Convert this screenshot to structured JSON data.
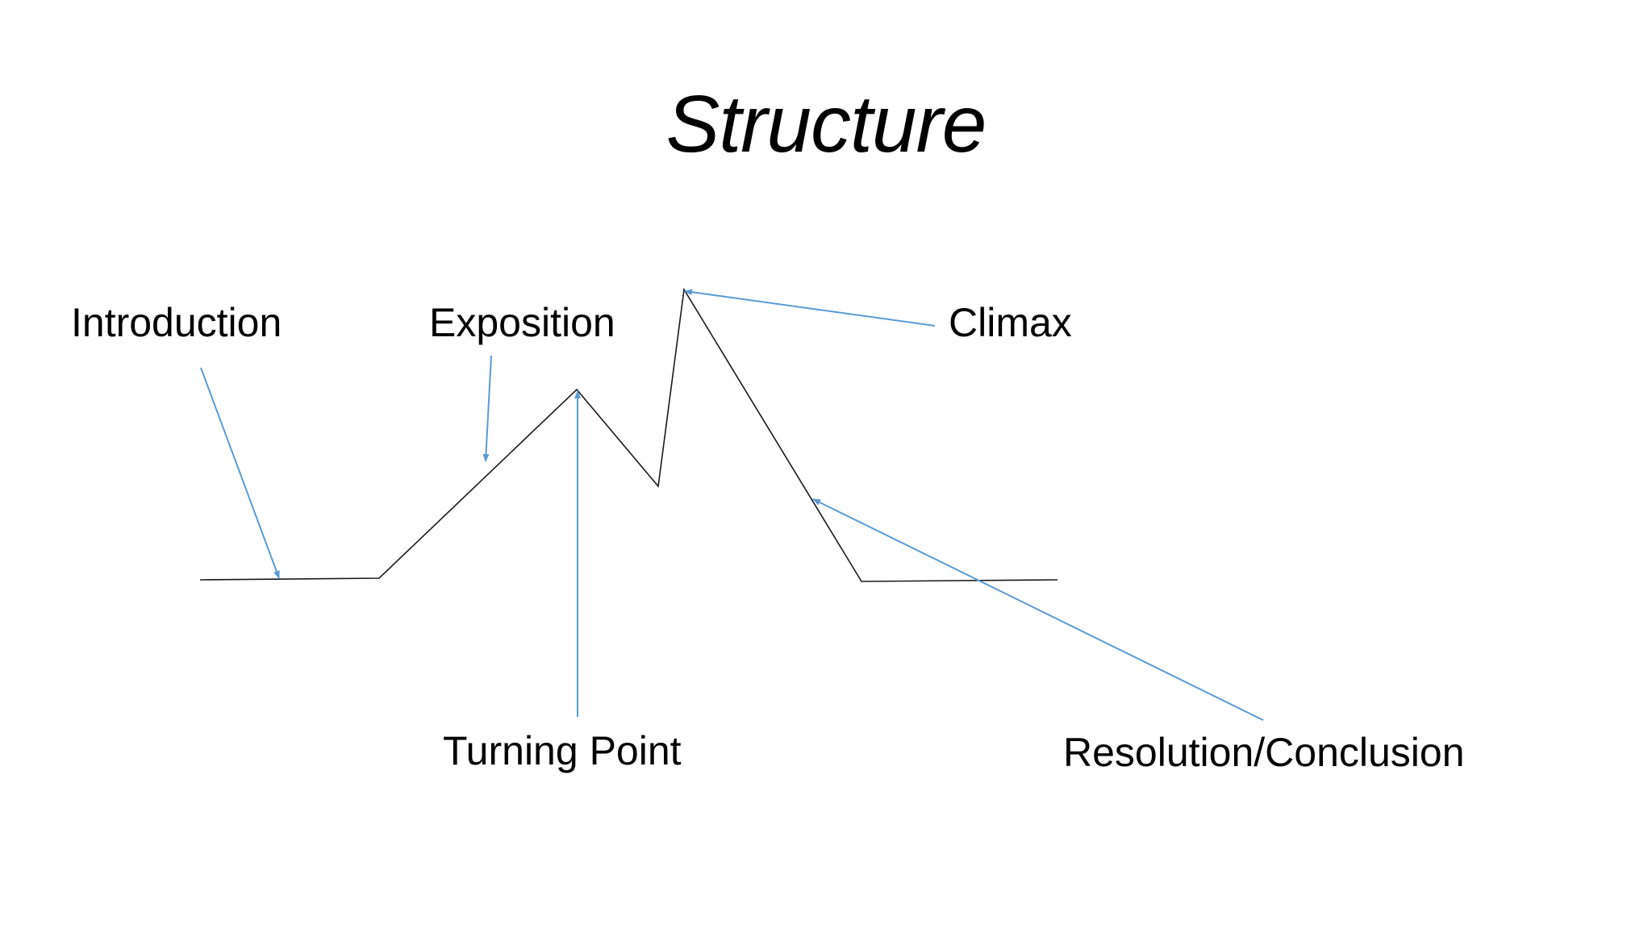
{
  "slide": {
    "title": "Structure",
    "labels": {
      "introduction": "Introduction",
      "exposition": "Exposition",
      "climax": "Climax",
      "turning_point": "Turning Point",
      "resolution": "Resolution/Conclusion"
    }
  },
  "colors": {
    "background": "#ffffff",
    "text": "#000000",
    "plot_line": "#1a1a1a",
    "arrow": "#5b9bd5"
  }
}
